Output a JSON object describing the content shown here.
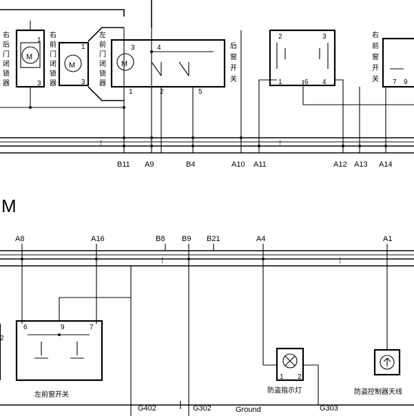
{
  "section_label": "M",
  "top": {
    "components": [
      {
        "name": "右后门闭锁器",
        "chars": [
          "右",
          "后",
          "门",
          "闭",
          "锁",
          "器"
        ],
        "pins": [
          "1",
          "3"
        ]
      },
      {
        "name": "右前门闭锁器",
        "chars": [
          "右",
          "前",
          "门",
          "闭",
          "锁",
          "器"
        ],
        "pins": [
          "1",
          "3"
        ]
      },
      {
        "name": "左前门闭锁器",
        "chars": [
          "左",
          "前",
          "门",
          "闭",
          "锁",
          "器"
        ],
        "pins": [
          "3",
          "4",
          "1",
          "2",
          "5"
        ]
      },
      {
        "name": "后窗开关",
        "chars": [
          "后",
          "窗",
          "开",
          "关"
        ],
        "pins": [
          "2",
          "3",
          "1",
          "6",
          "4"
        ]
      },
      {
        "name": "右前窗开关",
        "chars": [
          "右",
          "前",
          "窗",
          "开",
          "关"
        ],
        "pins": [
          "7",
          "9"
        ]
      }
    ],
    "connectors": [
      "B11",
      "A9",
      "B4",
      "A10",
      "A11",
      "A12",
      "A13",
      "A14"
    ]
  },
  "bottom": {
    "connectors": [
      "A8",
      "A16",
      "B8",
      "B9",
      "B21",
      "A4",
      "A1"
    ],
    "switch": {
      "label": "左前窗开关",
      "pins": [
        "6",
        "9",
        "7"
      ]
    },
    "left_pin": "2",
    "indicator": {
      "label": "防盗指示灯",
      "pins": [
        "1",
        "2"
      ]
    },
    "controller_label": "防盗控制器天线",
    "grounds": [
      "G402",
      "G302",
      "G303"
    ],
    "ground_text": "Ground"
  }
}
